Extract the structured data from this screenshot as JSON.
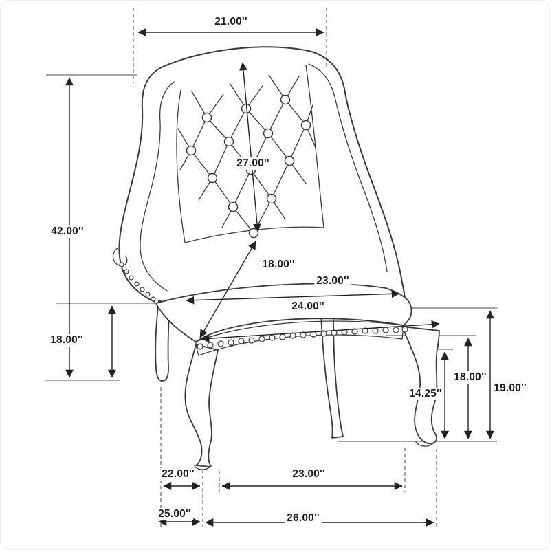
{
  "diagram": {
    "subject": "Dimensional line drawing of a button-tufted wingback dining arm chair with nailhead trim and cabriole legs",
    "units": "inches",
    "line_color": "#3a3a3a",
    "dimensions": {
      "back_top_width": "21.00''",
      "overall_height": "42.00''",
      "back_height_diagonal": "27.00''",
      "seat_depth": "18.00''",
      "seat_back_width": "23.00''",
      "seat_front_width": "24.00''",
      "floor_to_seat_left": "18.00''",
      "floor_to_trim_right": "18.00''",
      "floor_to_apron": "14.25''",
      "floor_to_seat_right": "19.00''",
      "leg_span_side": "22.00''",
      "leg_span_front": "23.00''",
      "base_depth": "25.00''",
      "base_width": "26.00''"
    }
  }
}
